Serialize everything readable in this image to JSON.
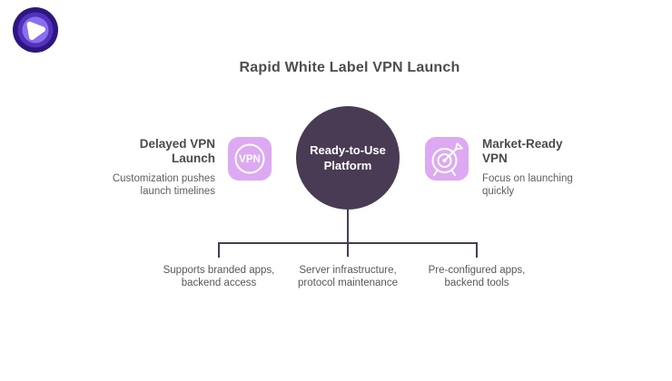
{
  "header": {
    "logo_icon": "purevpn-logo",
    "title": "Rapid White Label VPN Launch"
  },
  "diagram": {
    "center_node": {
      "label": "Ready-to-Use\nPlatform"
    },
    "left_item": {
      "icon": "vpn-badge-icon",
      "icon_text": "VPN",
      "title": "Delayed VPN\nLaunch",
      "subtitle": "Customization pushes\nlaunch timelines"
    },
    "right_item": {
      "icon": "target-dart-icon",
      "title": "Market-Ready\nVPN",
      "subtitle": "Focus on launching\nquickly"
    },
    "bottom_labels": [
      {
        "text": "Supports branded apps,\nbackend access"
      },
      {
        "text": "Server infrastructure,\nprotocol maintenance"
      },
      {
        "text": "Pre-configured apps,\nbackend tools"
      }
    ]
  },
  "colors": {
    "background": "#FFFFFF",
    "center_node_bg": "#4A3B55",
    "connector_line": "#4A3B55",
    "icon_bg": "#DCA9F2",
    "title_text": "#4D4D4D",
    "body_text": "#5E5E5E",
    "logo_outer_ring": "#2E1581",
    "logo_mid_ring": "#5232BB",
    "logo_inner_ring": "#8A6FF0"
  }
}
